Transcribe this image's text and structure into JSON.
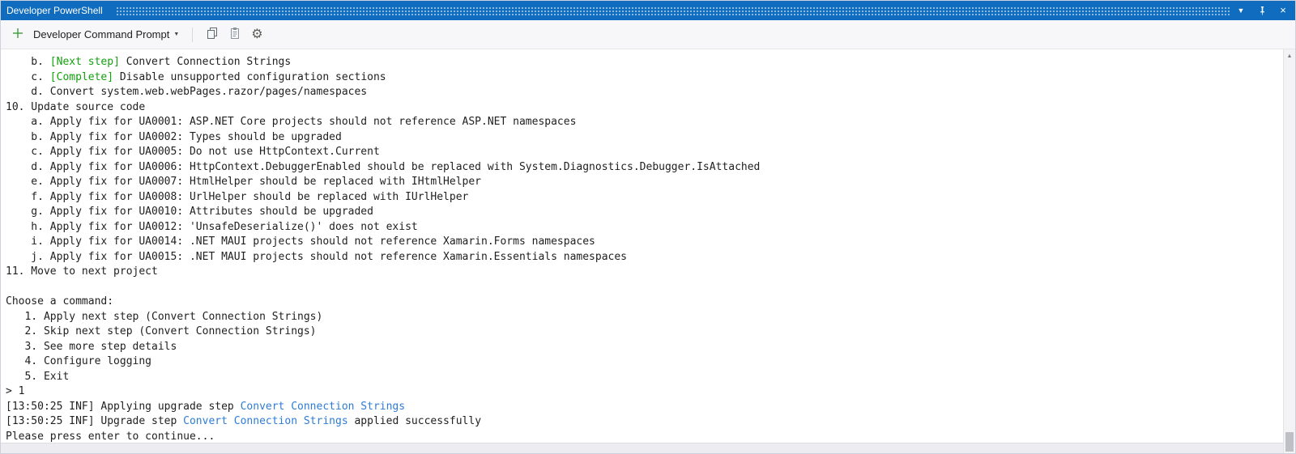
{
  "titlebar": {
    "title": "Developer PowerShell",
    "position_glyph": "▼",
    "close_glyph": "×"
  },
  "toolbar": {
    "profile_label": "Developer Command Prompt",
    "dropdown_glyph": "▼",
    "settings_glyph": "⚙"
  },
  "scrollbar": {
    "up_glyph": "▲"
  },
  "colors": {
    "titlebar-bg": "#0f6cbe",
    "term-green": "#13a10e",
    "term-blue": "#2e7cd6",
    "term-text": "#212121"
  },
  "terminal": {
    "lines": [
      {
        "segments": [
          {
            "text": "    b. "
          },
          {
            "text": "[Next step]",
            "color": "green"
          },
          {
            "text": " Convert Connection Strings"
          }
        ]
      },
      {
        "segments": [
          {
            "text": "    c. "
          },
          {
            "text": "[Complete]",
            "color": "green"
          },
          {
            "text": " Disable unsupported configuration sections"
          }
        ]
      },
      {
        "segments": [
          {
            "text": "    d. Convert system.web.webPages.razor/pages/namespaces"
          }
        ]
      },
      {
        "segments": [
          {
            "text": "10. Update source code"
          }
        ]
      },
      {
        "segments": [
          {
            "text": "    a. Apply fix for UA0001: ASP.NET Core projects should not reference ASP.NET namespaces"
          }
        ]
      },
      {
        "segments": [
          {
            "text": "    b. Apply fix for UA0002: Types should be upgraded"
          }
        ]
      },
      {
        "segments": [
          {
            "text": "    c. Apply fix for UA0005: Do not use HttpContext.Current"
          }
        ]
      },
      {
        "segments": [
          {
            "text": "    d. Apply fix for UA0006: HttpContext.DebuggerEnabled should be replaced with System.Diagnostics.Debugger.IsAttached"
          }
        ]
      },
      {
        "segments": [
          {
            "text": "    e. Apply fix for UA0007: HtmlHelper should be replaced with IHtmlHelper"
          }
        ]
      },
      {
        "segments": [
          {
            "text": "    f. Apply fix for UA0008: UrlHelper should be replaced with IUrlHelper"
          }
        ]
      },
      {
        "segments": [
          {
            "text": "    g. Apply fix for UA0010: Attributes should be upgraded"
          }
        ]
      },
      {
        "segments": [
          {
            "text": "    h. Apply fix for UA0012: 'UnsafeDeserialize()' does not exist"
          }
        ]
      },
      {
        "segments": [
          {
            "text": "    i. Apply fix for UA0014: .NET MAUI projects should not reference Xamarin.Forms namespaces"
          }
        ]
      },
      {
        "segments": [
          {
            "text": "    j. Apply fix for UA0015: .NET MAUI projects should not reference Xamarin.Essentials namespaces"
          }
        ]
      },
      {
        "segments": [
          {
            "text": "11. Move to next project"
          }
        ]
      },
      {
        "segments": [
          {
            "text": ""
          }
        ]
      },
      {
        "segments": [
          {
            "text": "Choose a command:"
          }
        ]
      },
      {
        "segments": [
          {
            "text": "   1. Apply next step (Convert Connection Strings)"
          }
        ]
      },
      {
        "segments": [
          {
            "text": "   2. Skip next step (Convert Connection Strings)"
          }
        ]
      },
      {
        "segments": [
          {
            "text": "   3. See more step details"
          }
        ]
      },
      {
        "segments": [
          {
            "text": "   4. Configure logging"
          }
        ]
      },
      {
        "segments": [
          {
            "text": "   5. Exit"
          }
        ]
      },
      {
        "segments": [
          {
            "text": "> 1"
          }
        ]
      },
      {
        "segments": [
          {
            "text": "[13:50:25 INF] Applying upgrade step "
          },
          {
            "text": "Convert Connection Strings",
            "color": "blue"
          }
        ]
      },
      {
        "segments": [
          {
            "text": "[13:50:25 INF] Upgrade step "
          },
          {
            "text": "Convert Connection Strings",
            "color": "blue"
          },
          {
            "text": " applied successfully"
          }
        ]
      },
      {
        "segments": [
          {
            "text": "Please press enter to continue..."
          }
        ]
      }
    ]
  }
}
